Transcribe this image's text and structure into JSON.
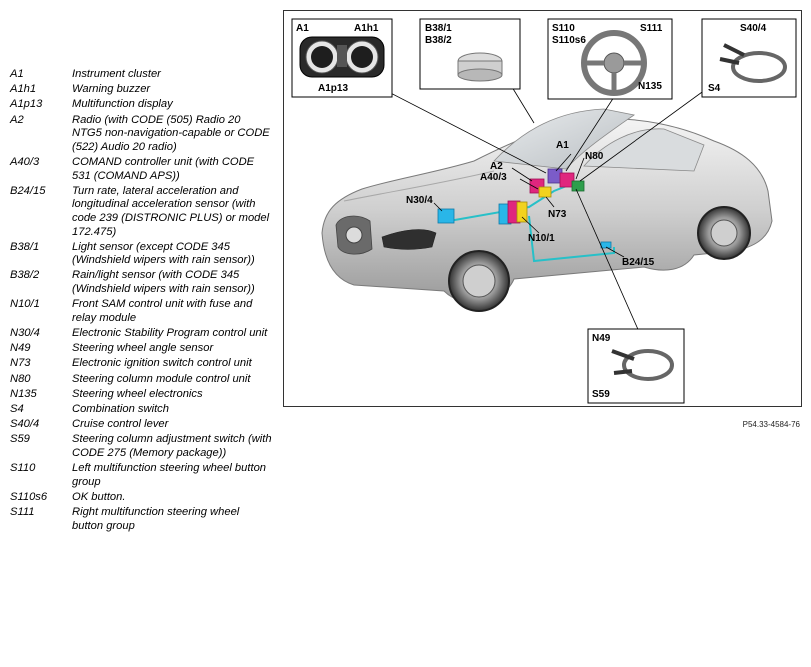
{
  "legend": [
    {
      "code": "A1",
      "desc": "Instrument cluster"
    },
    {
      "code": "A1h1",
      "desc": "Warning buzzer"
    },
    {
      "code": "A1p13",
      "desc": "Multifunction display"
    },
    {
      "code": "A2",
      "desc": "Radio (with CODE (505) Radio 20 NTG5 non-navigation-capable or CODE (522) Audio 20 radio)"
    },
    {
      "code": "A40/3",
      "desc": "COMAND controller unit (with CODE 531 (COMAND APS))"
    },
    {
      "code": "B24/15",
      "desc": "Turn rate, lateral acceleration and longitudinal acceleration sensor (with code 239 (DISTRONIC PLUS) or model 172.475)"
    },
    {
      "code": "B38/1",
      "desc": "Light sensor (except CODE 345 (Windshield wipers with rain sensor))"
    },
    {
      "code": "B38/2",
      "desc": "Rain/light sensor (with CODE 345 (Windshield wipers with rain sensor))"
    },
    {
      "code": "N10/1",
      "desc": "Front SAM control unit with fuse and relay module"
    },
    {
      "code": "N30/4",
      "desc": "Electronic Stability Program control unit"
    },
    {
      "code": "N49",
      "desc": "Steering wheel angle sensor"
    },
    {
      "code": "N73",
      "desc": "Electronic ignition switch control unit"
    },
    {
      "code": "N80",
      "desc": "Steering column module control unit"
    },
    {
      "code": "N135",
      "desc": "Steering wheel electronics"
    },
    {
      "code": "S4",
      "desc": "Combination switch"
    },
    {
      "code": "S40/4",
      "desc": "Cruise control lever"
    },
    {
      "code": "S59",
      "desc": "Steering column adjustment switch (with CODE 275 (Memory package))"
    },
    {
      "code": "S110",
      "desc": "Left multifunction steering wheel button group"
    },
    {
      "code": "S110s6",
      "desc": "OK button."
    },
    {
      "code": "S111",
      "desc": "Right multifunction steering wheel button group"
    }
  ],
  "callouts": {
    "a1": "A1",
    "a1h1": "A1h1",
    "a1p13": "A1p13",
    "b381": "B38/1",
    "b382": "B38/2",
    "s110": "S110",
    "s110s6": "S110s6",
    "s111": "S111",
    "n135": "N135",
    "s404": "S40/4",
    "s4": "S4",
    "n49": "N49",
    "s59": "S59"
  },
  "car_labels": {
    "a1": "A1",
    "n80": "N80",
    "a2": "A2",
    "a403": "A40/3",
    "n304": "N30/4",
    "n73": "N73",
    "n101": "N10/1",
    "b2415": "B24/15"
  },
  "figure_id": "P54.33-4584-76",
  "colors": {
    "module_cyan": "#29b6e8",
    "module_magenta": "#e0267e",
    "module_yellow": "#f2d21e",
    "module_green": "#2e9e4c",
    "module_purple": "#7b5cc8"
  }
}
